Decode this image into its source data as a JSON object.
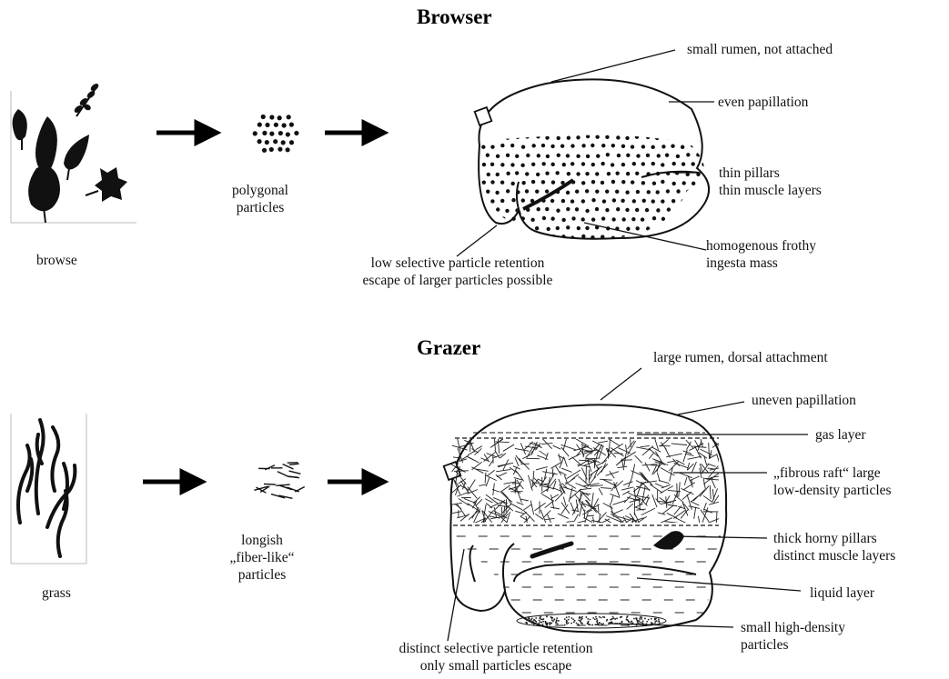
{
  "browser": {
    "title": "Browser",
    "food_label": "browse",
    "particles_label": [
      "polygonal",
      "particles"
    ],
    "annotations": {
      "rumen_size": "small rumen, not attached",
      "papillation": "even papillation",
      "pillars": [
        "thin pillars",
        "thin muscle layers"
      ],
      "ingesta": [
        "homogenous frothy",
        "ingesta mass"
      ],
      "retention": [
        "low selective particle retention",
        "escape of larger particles possible"
      ]
    }
  },
  "grazer": {
    "title": "Grazer",
    "food_label": "grass",
    "particles_label": [
      "longish",
      "„fiber-like“",
      "particles"
    ],
    "annotations": {
      "rumen_size": "large rumen, dorsal attachment",
      "papillation": "uneven papillation",
      "gas": "gas layer",
      "raft": [
        "„fibrous raft“ large",
        "low-density particles"
      ],
      "pillars": [
        "thick horny pillars",
        "distinct muscle layers"
      ],
      "liquid": "liquid layer",
      "dense": [
        "small high-density",
        "particles"
      ],
      "retention": [
        "distinct selective particle retention",
        "only small particles escape"
      ]
    }
  }
}
